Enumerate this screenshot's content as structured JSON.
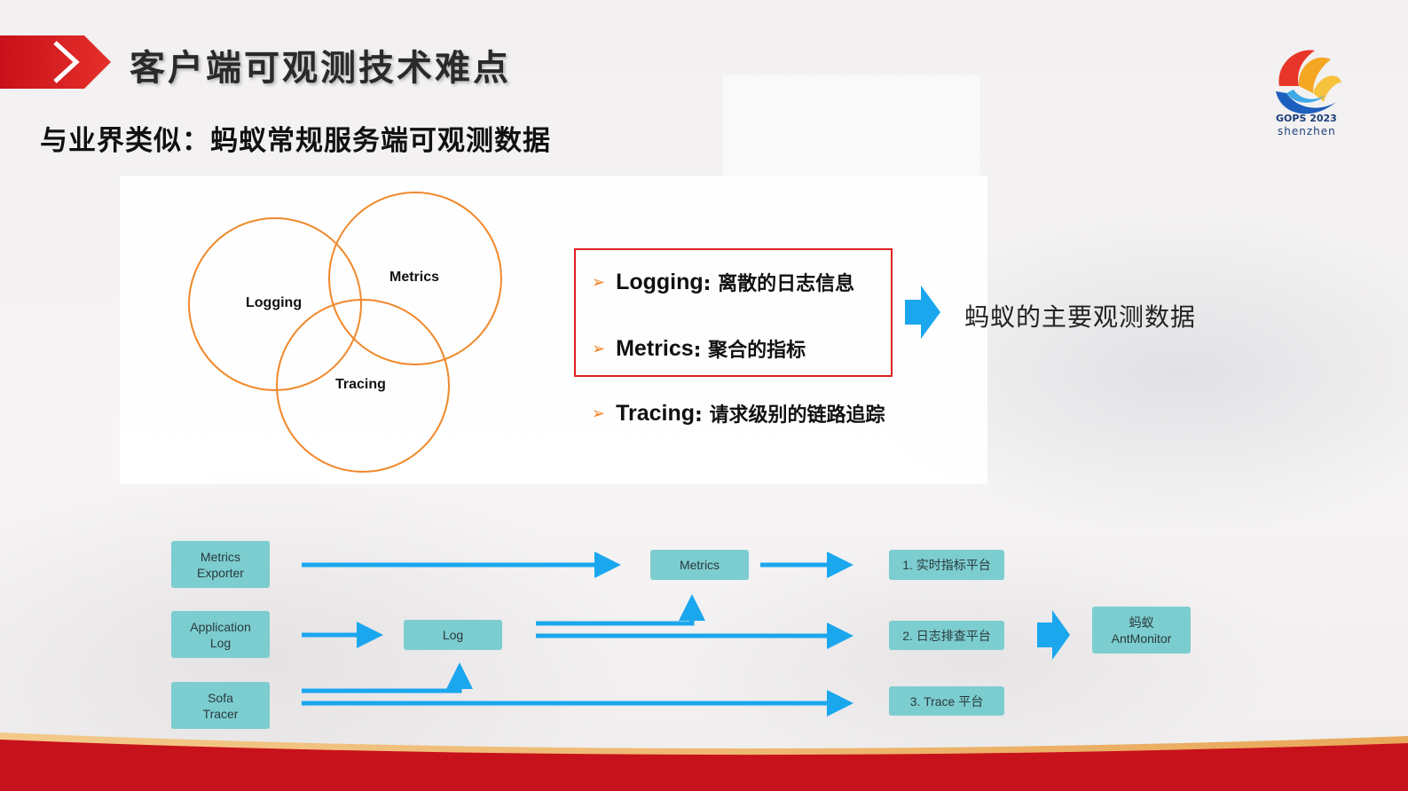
{
  "header": {
    "title": "客户端可观测技术难点",
    "subtitle": "与业界类似：蚂蚁常规服务端可观测数据"
  },
  "logo": {
    "line1": "GOPS 2023",
    "line2": "shenzhen"
  },
  "venn": {
    "circles": [
      "Logging",
      "Metrics",
      "Tracing"
    ]
  },
  "bullets": [
    {
      "term": "Logging",
      "desc": ": 离散的日志信息"
    },
    {
      "term": "Metrics",
      "desc": ": 聚合的指标"
    },
    {
      "term": "Tracing",
      "desc": ": 请求级别的链路追踪"
    }
  ],
  "summary": "蚂蚁的主要观测数据",
  "flow": {
    "sources": [
      "Metrics\nExporter",
      "Application\nLog",
      "Sofa\nTracer"
    ],
    "middle": {
      "log": "Log",
      "metrics": "Metrics"
    },
    "platforms": [
      "1. 实时指标平台",
      "2. 日志排查平台",
      "3. Trace 平台"
    ],
    "target": "蚂蚁\nAntMonitor"
  },
  "colors": {
    "accent_red": "#d4141b",
    "venn_orange": "#f0882a",
    "box_teal": "#7ccdd0",
    "arrow_blue": "#1aa7ee"
  }
}
